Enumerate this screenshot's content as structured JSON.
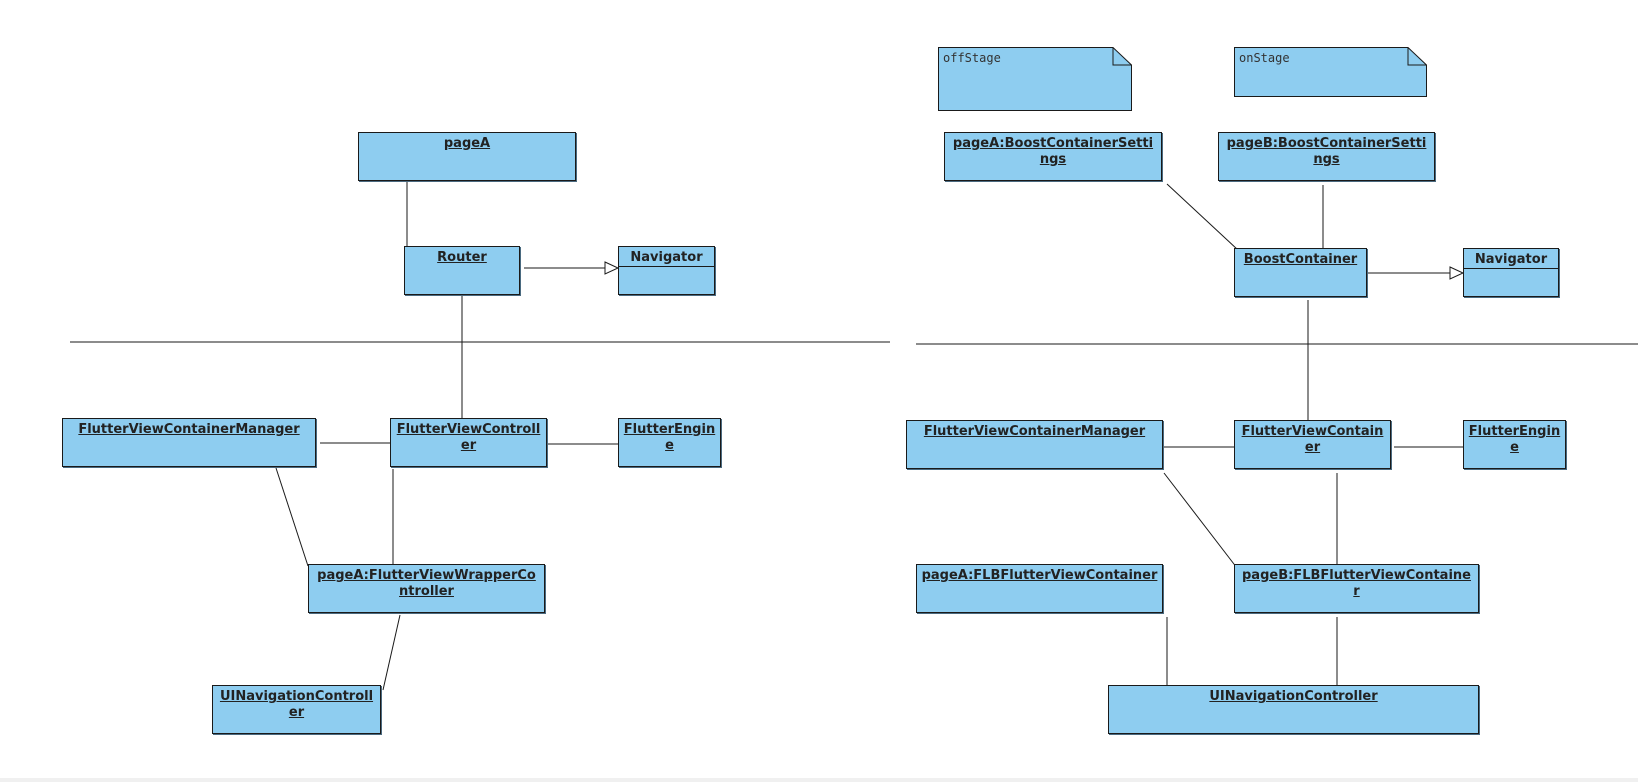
{
  "colors": {
    "box_fill": "#8ecdf0",
    "stroke": "#1a1a1a"
  },
  "notes": {
    "off_stage": "offStage",
    "on_stage": "onStage"
  },
  "left": {
    "page_a": "pageA",
    "router": "Router",
    "navigator": "Navigator",
    "view_container_manager": "FlutterViewContainerManager",
    "view_controller": "FlutterViewController",
    "engine": "FlutterEngine",
    "wrapper_controller": "pageA:FlutterViewWrapperController",
    "ui_nav_controller": "UINavigationController"
  },
  "right": {
    "page_a_settings": "pageA:BoostContainerSettings",
    "page_b_settings": "pageB:BoostContainerSettings",
    "boost_container": "BoostContainer",
    "navigator": "Navigator",
    "view_container_manager": "FlutterViewContainerManager",
    "view_container": "FlutterViewContainer",
    "engine": "FlutterEngine",
    "page_a_flb": "pageA:FLBFlutterViewContainer",
    "page_b_flb": "pageB:FLBFlutterViewContainer",
    "ui_nav_controller": "UINavigationController"
  }
}
